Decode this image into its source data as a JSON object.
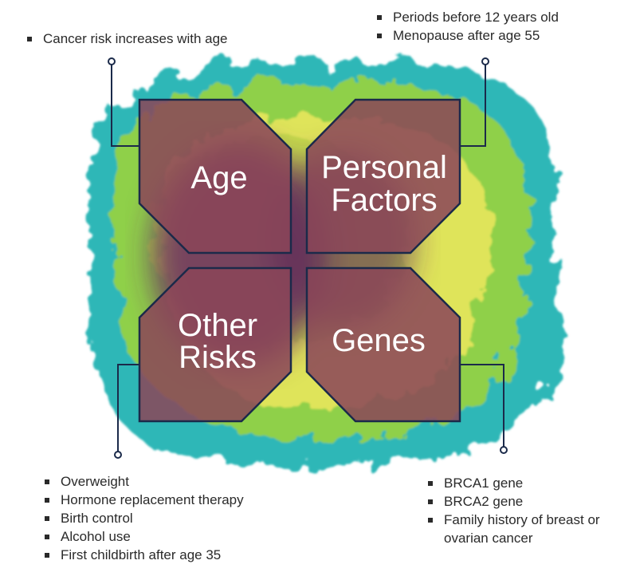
{
  "colors": {
    "quadrant_fill": "#8a4a56",
    "quadrant_stroke": "#1b2a4a",
    "connector": "#1b2a4a",
    "splash_teal": "#2db7b7",
    "splash_green": "#a8d23a",
    "splash_yellow": "#e4e65a",
    "splash_purple": "#6a2a60"
  },
  "quadrants": {
    "age": {
      "line1": "Age"
    },
    "personal": {
      "line1": "Personal",
      "line2": "Factors"
    },
    "other": {
      "line1": "Other",
      "line2": "Risks"
    },
    "genes": {
      "line1": "Genes"
    }
  },
  "lists": {
    "age": [
      "Cancer risk increases with age"
    ],
    "personal": [
      "Periods before 12 years old",
      "Menopause after age 55"
    ],
    "other": [
      "Overweight",
      "Hormone replacement therapy",
      "Birth control",
      "Alcohol use",
      "First childbirth after age 35"
    ],
    "genes": [
      "BRCA1 gene",
      "BRCA2 gene",
      "Family history of breast or ovarian cancer"
    ]
  }
}
